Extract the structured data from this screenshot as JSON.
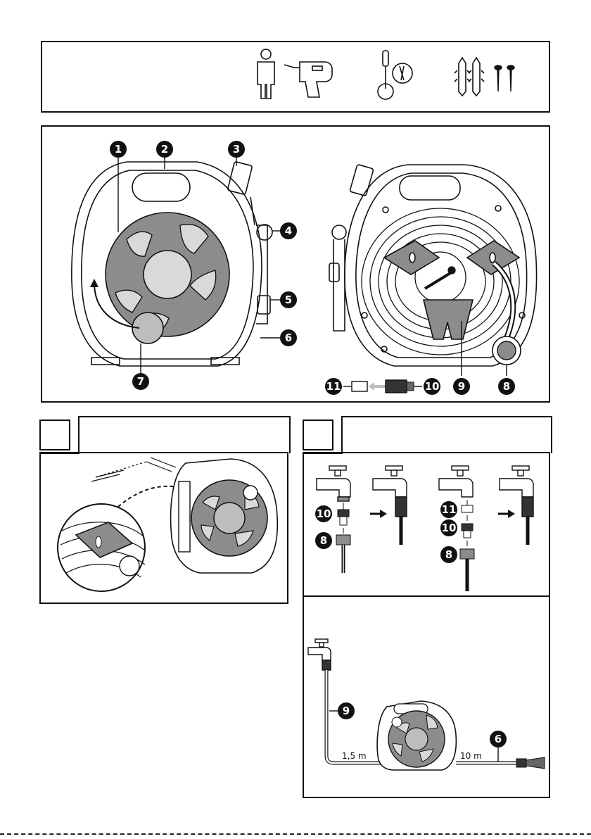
{
  "callouts": {
    "c1": "1",
    "c2": "2",
    "c3": "3",
    "c4": "4",
    "c5": "5",
    "c6": "6",
    "c7": "7",
    "c8": "8",
    "c9": "9",
    "c10": "10",
    "c11": "11"
  },
  "step_a": {
    "c10": "10",
    "c8": "8"
  },
  "step_b": {
    "c11": "11",
    "c10": "10",
    "c8": "8"
  },
  "layout_step": {
    "c9": "9",
    "c6": "6",
    "dist_short": "1,5 m",
    "dist_long": "10 m"
  },
  "icons": [
    "person-icon",
    "drill-icon",
    "screwdriver-icon",
    "wall-plugs-icon",
    "screws-icon"
  ],
  "colors": {
    "gray_fill": "#8c8c8c",
    "light_gray": "#d9d9d9",
    "stroke": "#111111"
  }
}
